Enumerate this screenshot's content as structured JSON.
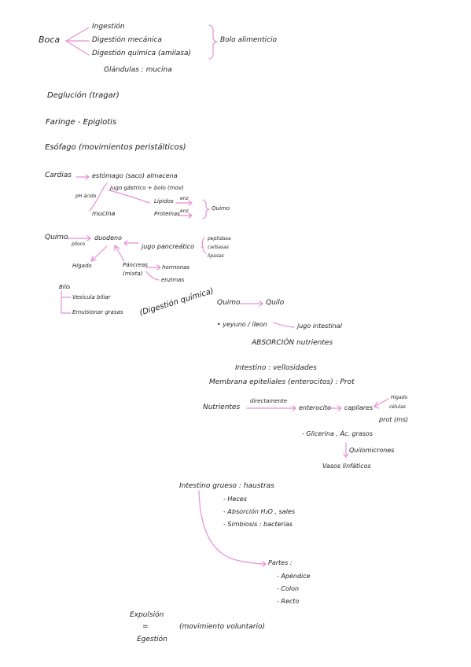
{
  "accent_color": "#e88fd6",
  "ink_color": "#1f1f1f",
  "boca": {
    "label": "Boca",
    "items": [
      "Ingestión",
      "Digestión mecánica",
      "Digestión química (amilasa)"
    ],
    "result": "Bolo alimenticio",
    "glandulas": "Glándulas : mucina"
  },
  "deglucion": "Deglución (tragar)",
  "faringe": "Faringe - Epiglotis",
  "esofago": "Esófago (movimientos peristálticos)",
  "cardias": {
    "label": "Cardias",
    "estomago": "estómago (saco) almacena",
    "jugo": "Jugo gástrico + bolo (mov)",
    "ph": "pH ácido",
    "mucina": "mucina",
    "lipidos": "Lípidos",
    "lipidos_enz": "enz",
    "proteinas": "Proteínas",
    "proteinas_enz": "enz",
    "quimo": "Quimo"
  },
  "duodeno_section": {
    "quimo": "Quimo",
    "piloro": "píloro",
    "duodeno": "duodeno",
    "jugo_pancreatico": "jugo pancreático",
    "enzymes": [
      "peptidasa",
      "carbasas",
      "lipasas"
    ],
    "higado": "Hígado",
    "pancreas": "Páncreas",
    "pancreas_sub": "(mixta)",
    "hormonas": "hormonas",
    "enzimas": "enzimas",
    "bilis": "Bilis",
    "vesicula": "Vesícula biliar",
    "emulsionar": "Emulsionar grasas",
    "digestion_quimica": "(Digestión química)"
  },
  "intestino_delgado": {
    "quimo_a": "Quimo",
    "quilo": "Quilo",
    "yeyuno": "• yeyuno / íleon",
    "jugo_intestinal": "jugo intestinal",
    "absorcion": "ABSORCIÓN nutrientes",
    "intestino": "Intestino : vellosidades",
    "membrana": "Membrana epiteliales (enterocitos) : Prot",
    "nutrientes": "Nutrientes",
    "directamente": "directamente",
    "enterocito": "enterocito",
    "capilares": "capilares",
    "higado": "Hígado",
    "celulas": "células",
    "prot": "prot (ms)",
    "glicerina": "- Glicerina , Ác. grasos",
    "quilomicrones": "Quilomicrones",
    "vasos": "Vasos linfáticos"
  },
  "intestino_grueso": {
    "title": "Intestino grueso : haustras",
    "items": [
      "- Heces",
      "- Absorción H₂O , sales",
      "- Simbiosis : bacterias"
    ],
    "partes": "Partes :",
    "partes_items": [
      "- Apéndice",
      "- Colon",
      "- Recto"
    ]
  },
  "expulsion": {
    "top": "Expulsión",
    "equals": "=",
    "bottom": "Egestión",
    "note": "(movimiento voluntario)"
  }
}
